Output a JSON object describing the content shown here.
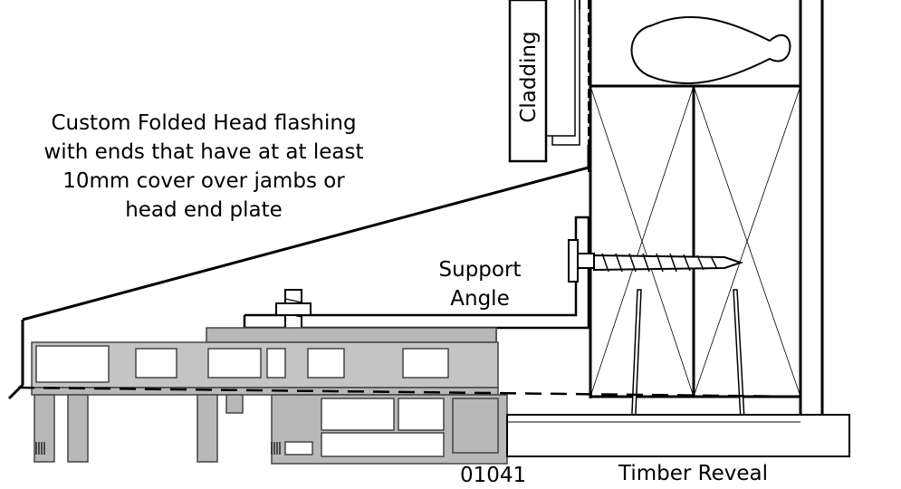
{
  "labels": {
    "cladding": "Cladding",
    "flashing_note": [
      "Custom Folded Head flashing",
      "with ends that have at at least",
      "10mm cover over jambs or",
      "head end plate"
    ],
    "support_angle": [
      "Support",
      "Angle"
    ],
    "detail_code": "01041",
    "timber_reveal": "Timber Reveal"
  },
  "colors": {
    "line": "#000000",
    "profile_fill": "#b8b8b8",
    "profile_stroke": "#444444",
    "background": "#ffffff"
  }
}
